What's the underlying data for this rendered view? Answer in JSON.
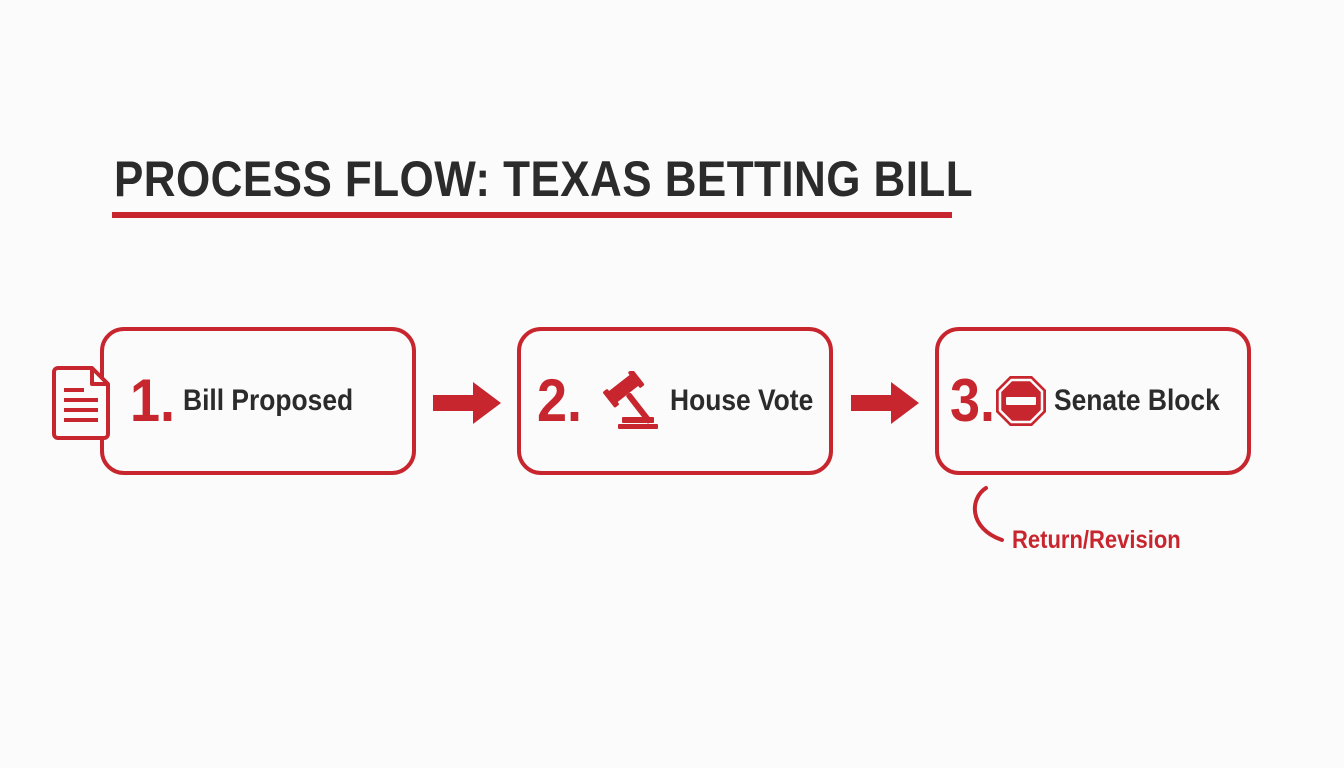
{
  "title": "PROCESS FLOW: TEXAS BETTING BILL",
  "colors": {
    "accent": "#c8262e",
    "text": "#2b2b2b",
    "background": "#fbfbfb"
  },
  "steps": [
    {
      "number": "1.",
      "label": "Bill Proposed",
      "icon": "document-icon"
    },
    {
      "number": "2.",
      "label": "House Vote",
      "icon": "gavel-icon"
    },
    {
      "number": "3.",
      "label": "Senate Block",
      "icon": "stop-sign-icon"
    }
  ],
  "return_label": "Return/Revision"
}
